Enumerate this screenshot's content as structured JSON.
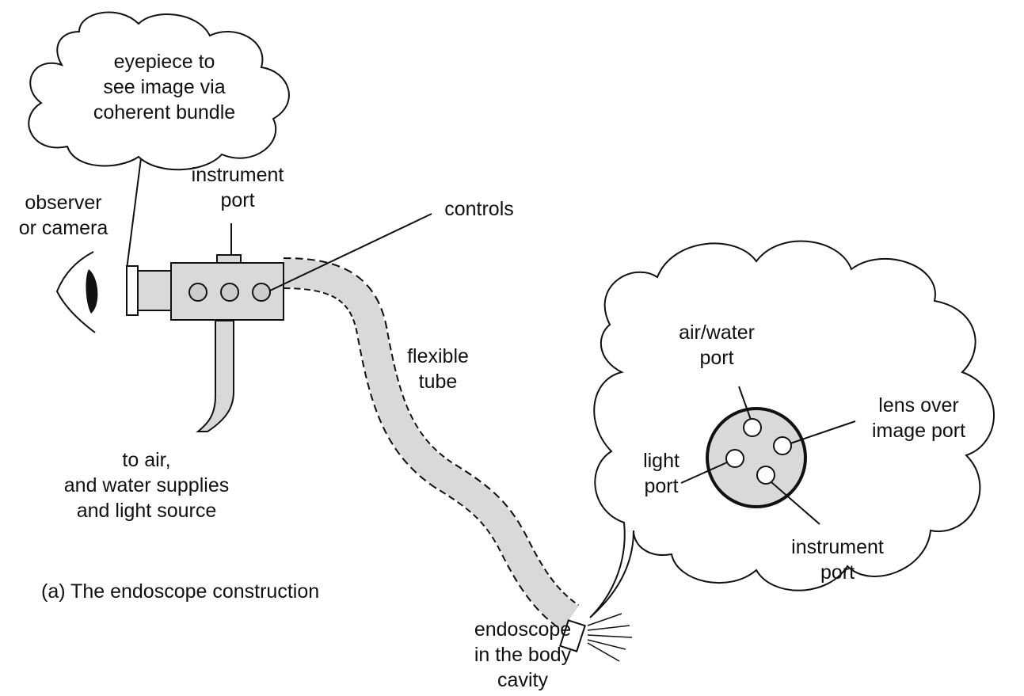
{
  "diagram": {
    "caption": "(a) The endoscope construction",
    "labels": {
      "eyepiece": [
        "eyepiece to",
        "see image via",
        "coherent bundle"
      ],
      "instrument_port_top": [
        "instrument",
        "port"
      ],
      "observer": [
        "observer",
        "or camera"
      ],
      "controls": [
        "controls"
      ],
      "flexible_tube": [
        "flexible",
        "tube"
      ],
      "supplies": [
        "to air,",
        "and water supplies",
        "and light source"
      ],
      "endoscope_tip": [
        "endoscope",
        "in the body",
        "cavity"
      ],
      "air_water_port": [
        "air/water",
        "port"
      ],
      "lens_port": [
        "lens over",
        "image port"
      ],
      "light_port": [
        "light",
        "port"
      ],
      "instrument_port_tip": [
        "instrument",
        "port"
      ]
    },
    "colors": {
      "stroke": "#111111",
      "fill_grey": "#d9d9d9",
      "fill_white": "#ffffff"
    }
  }
}
